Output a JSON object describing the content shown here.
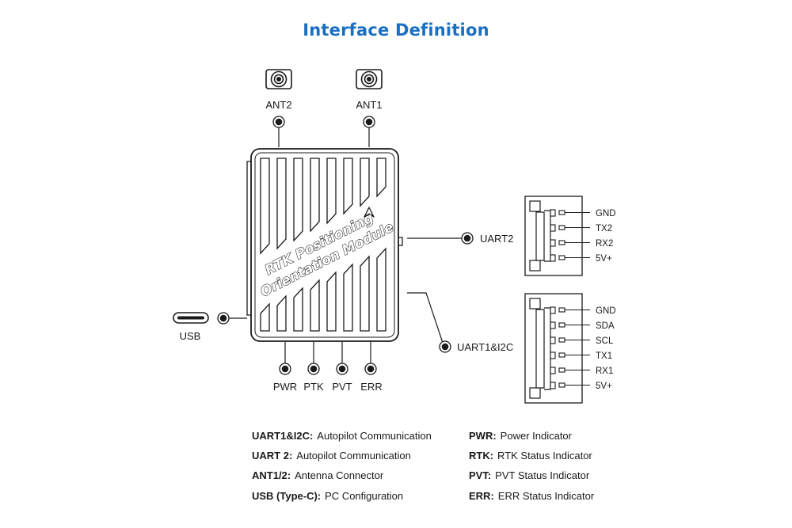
{
  "title": "Interface Definition",
  "module_label": {
    "line1": "RTK Positioning",
    "line2": "Orientation Module"
  },
  "ports": {
    "ant2": "ANT2",
    "ant1": "ANT1",
    "usb": "USB",
    "uart2": "UART2",
    "uart1_i2c": "UART1&I2C",
    "pwr": "PWR",
    "ptk": "PTK",
    "pvt": "PVT",
    "err": "ERR"
  },
  "connectors": {
    "uart2_pins": [
      "GND",
      "TX2",
      "RX2",
      "5V+"
    ],
    "uart1_i2c_pins": [
      "GND",
      "SDA",
      "SCL",
      "TX1",
      "RX1",
      "5V+"
    ]
  },
  "legend": {
    "left": [
      {
        "key": "UART1&I2C:",
        "value": "Autopilot Communication"
      },
      {
        "key": "UART 2:",
        "value": "Autopilot Communication"
      },
      {
        "key": "ANT1/2:",
        "value": "Antenna Connector"
      },
      {
        "key": "USB (Type-C):",
        "value": "PC Configuration"
      }
    ],
    "right": [
      {
        "key": "PWR:",
        "value": "Power Indicator"
      },
      {
        "key": "RTK:",
        "value": "RTK Status Indicator"
      },
      {
        "key": "PVT:",
        "value": "PVT Status Indicator"
      },
      {
        "key": "ERR:",
        "value": "ERR Status Indicator"
      }
    ]
  },
  "colors": {
    "title": "#1a6fc2",
    "line": "#1a1a1a"
  }
}
